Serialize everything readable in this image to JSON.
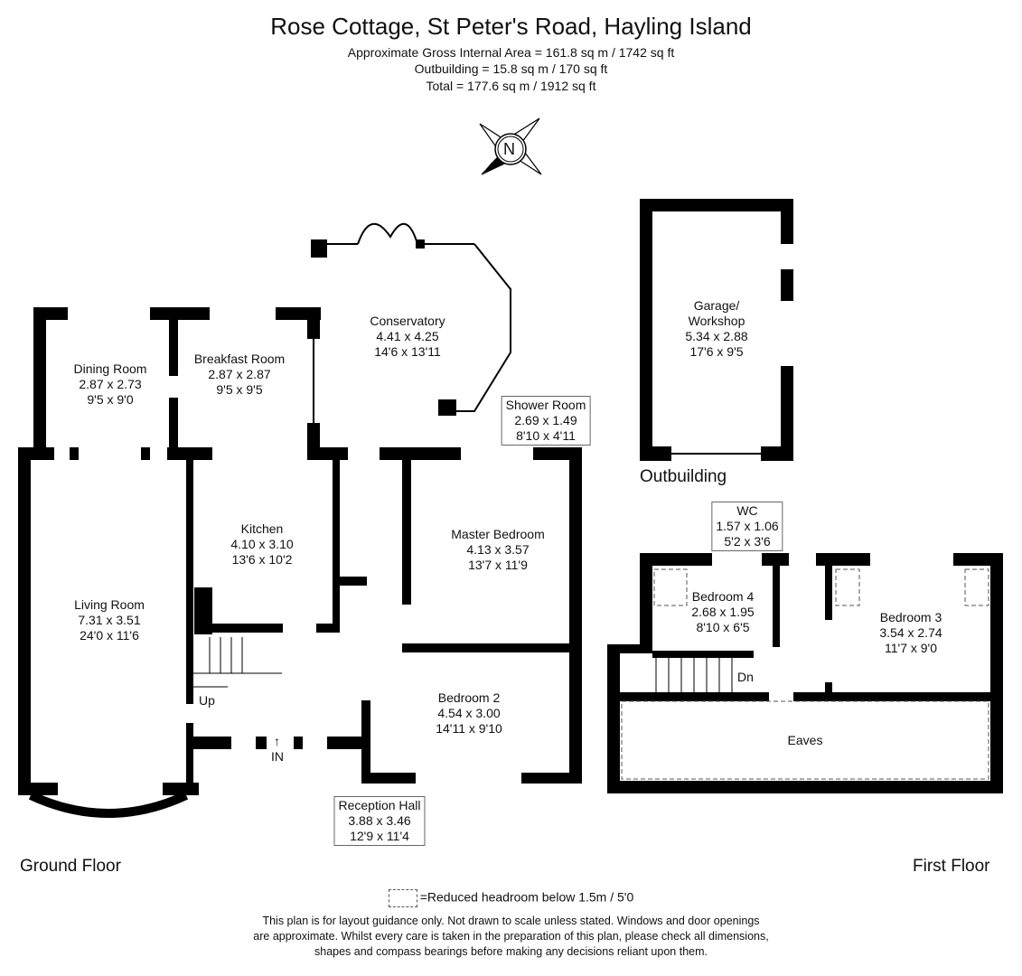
{
  "header": {
    "title": "Rose Cottage, St Peter's Road, Hayling Island",
    "gross_internal_area": "Approximate Gross Internal Area = 161.8 sq m / 1742 sq ft",
    "outbuilding_area": "Outbuilding = 15.8 sq m / 170 sq ft",
    "total_area": "Total = 177.6 sq m / 1912 sq ft"
  },
  "compass": {
    "label": "N",
    "icon": "compass-rose-icon"
  },
  "ground_floor": {
    "label": "Ground Floor",
    "rooms": [
      {
        "name": "Dining Room",
        "metric": "2.87 x 2.73",
        "imperial": "9'5 x 9'0"
      },
      {
        "name": "Breakfast Room",
        "metric": "2.87 x 2.87",
        "imperial": "9'5 x 9'5"
      },
      {
        "name": "Conservatory",
        "metric": "4.41 x 4.25",
        "imperial": "14'6 x 13'11"
      },
      {
        "name": "Shower Room",
        "metric": "2.69 x 1.49",
        "imperial": "8'10 x 4'11"
      },
      {
        "name": "Kitchen",
        "metric": "4.10 x 3.10",
        "imperial": "13'6 x 10'2"
      },
      {
        "name": "Master Bedroom",
        "metric": "4.13 x 3.57",
        "imperial": "13'7 x 11'9"
      },
      {
        "name": "Living Room",
        "metric": "7.31 x 3.51",
        "imperial": "24'0 x 11'6"
      },
      {
        "name": "Bedroom 2",
        "metric": "4.54 x 3.00",
        "imperial": "14'11 x 9'10"
      },
      {
        "name": "Reception Hall",
        "metric": "3.88 x 3.46",
        "imperial": "12'9 x 11'4"
      }
    ],
    "markers": {
      "up": "Up",
      "entrance": "IN"
    }
  },
  "outbuilding": {
    "label": "Outbuilding",
    "rooms": [
      {
        "name": "Garage/",
        "name2": "Workshop",
        "metric": "5.34 x 2.88",
        "imperial": "17'6 x 9'5"
      }
    ]
  },
  "first_floor": {
    "label": "First Floor",
    "rooms": [
      {
        "name": "WC",
        "metric": "1.57 x 1.06",
        "imperial": "5'2 x 3'6"
      },
      {
        "name": "Bedroom 4",
        "metric": "2.68 x 1.95",
        "imperial": "8'10 x 6'5"
      },
      {
        "name": "Bedroom 3",
        "metric": "3.54 x 2.74",
        "imperial": "11'7 x 9'0"
      },
      {
        "name": "Eaves"
      }
    ],
    "markers": {
      "down": "Dn"
    }
  },
  "legend": {
    "reduced_headroom": "=Reduced headroom below 1.5m / 5'0"
  },
  "disclaimer": {
    "line1": "This plan is for layout guidance only. Not drawn to scale unless stated. Windows and door openings",
    "line2": "are approximate. Whilst every care is taken in the preparation of this plan, please check all dimensions,",
    "line3": "shapes and compass bearings before making any decisions reliant upon them."
  },
  "colors": {
    "wall": "#000000",
    "background": "#ffffff",
    "box_border": "#666666"
  }
}
